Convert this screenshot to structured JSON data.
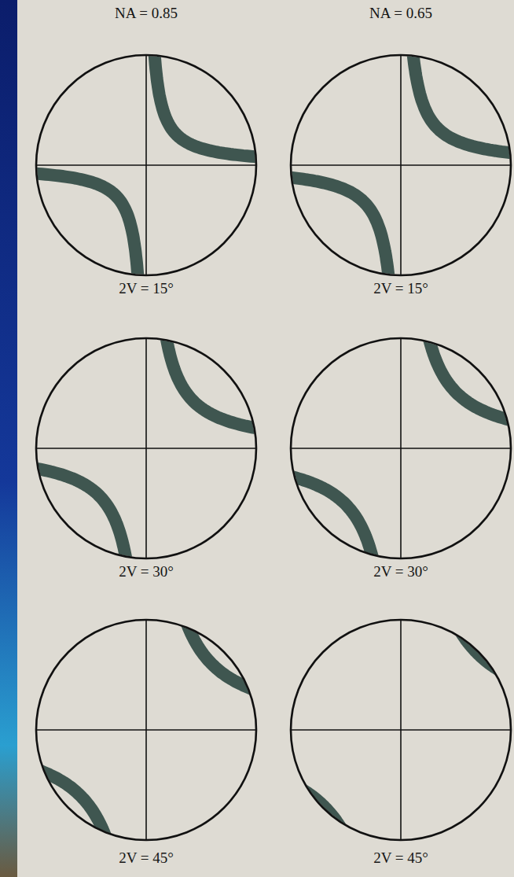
{
  "diagram": {
    "labels": [
      "NA = 0.85",
      "NA = 0.65",
      "2V = 15°",
      "2V = 15°",
      "2V = 30°",
      "2V = 30°",
      "2V = 45°",
      "2V = 45°"
    ]
  }
}
